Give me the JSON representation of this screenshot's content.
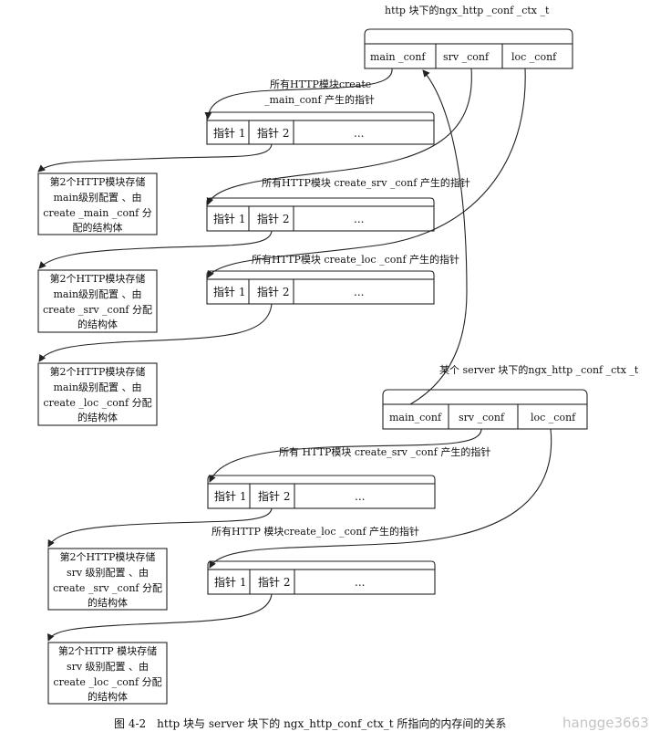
{
  "http_ctx": {
    "title": "http 块下的ngx_http _conf _ctx _t",
    "cells": [
      "main _conf",
      "srv _conf",
      "loc _conf"
    ]
  },
  "label_main": [
    "所有HTTP模块create",
    "_main_conf 产生的指针"
  ],
  "label_srv": "所有HTTP模块 create_srv _conf 产生的指针",
  "label_loc": "所有HTTP模块 create_loc _conf 产生的指针",
  "ptr_arrays": {
    "a1": [
      "指针 1",
      "指针 2",
      "..."
    ],
    "a2": [
      "指针 1",
      "指针 2",
      "..."
    ],
    "a3": [
      "指针 1",
      "指针 2",
      "..."
    ],
    "a4": [
      "指针 1",
      "指针 2",
      "..."
    ],
    "a5": [
      "指针 1",
      "指针 2",
      "..."
    ]
  },
  "structs": {
    "s1": [
      "第2个HTTP模块存储",
      "main级别配置 、由",
      "create _main _conf 分",
      "配的结构体"
    ],
    "s2": [
      "第2个HTTP模块存储",
      "main级别配置 、由",
      "create _srv _conf 分配",
      "的结构体"
    ],
    "s3": [
      "第2个HTTP模块存储",
      "main级别配置 、由",
      "create _loc _conf 分配",
      "的结构体"
    ],
    "s4": [
      "第2个HTTP模块存储",
      "srv 级别配置 、由",
      "create _srv _conf 分配",
      "的结构体"
    ],
    "s5": [
      "第2个HTTP 模块存储",
      "srv 级别配置 、由",
      "create _loc _conf 分配",
      "的结构体"
    ]
  },
  "server_ctx": {
    "title": "某个 server 块下的ngx_http _conf _ctx _t",
    "cells": [
      "main_conf",
      "srv _conf",
      "loc _conf"
    ]
  },
  "label_srv2": "所有 HTTP模块 create_srv _conf 产生的指针",
  "label_loc2": "所有HTTP 模块create_loc _conf 产生的指针",
  "caption": "图 4-2　http 块与 server 块下的 ngx_http_conf_ctx_t 所指向的内存间的关系",
  "watermark": "hangge3663"
}
